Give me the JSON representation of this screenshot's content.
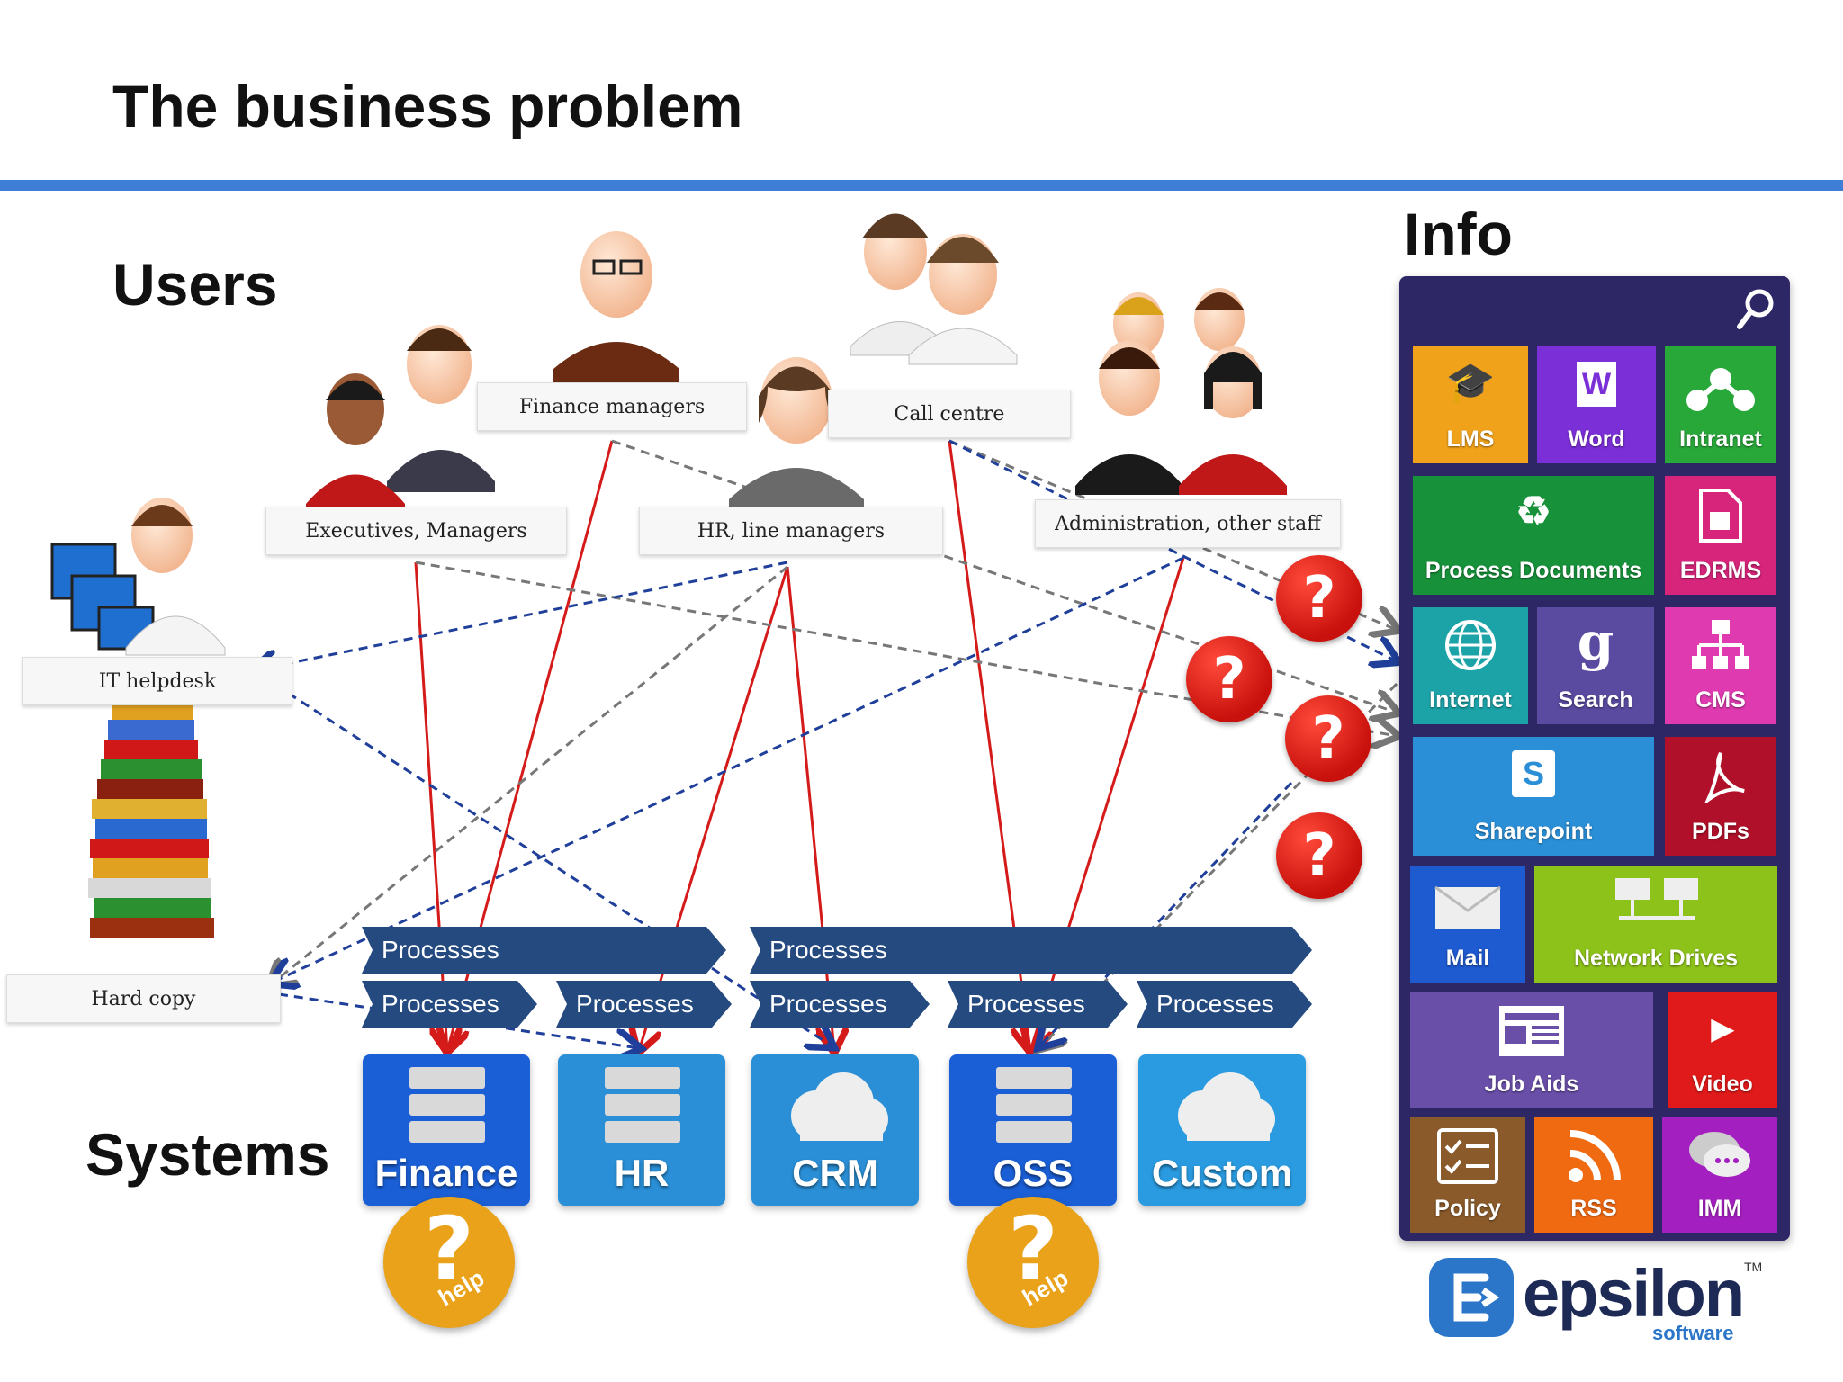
{
  "title": "The business problem",
  "sections": {
    "users": "Users",
    "systems": "Systems",
    "info": "Info"
  },
  "users": [
    {
      "label": "Finance managers"
    },
    {
      "label": "Call centre"
    },
    {
      "label": "Executives, Managers"
    },
    {
      "label": "HR, line managers"
    },
    {
      "label": "Administration, other staff"
    },
    {
      "label": "IT helpdesk"
    },
    {
      "label": "Hard copy"
    }
  ],
  "processes": {
    "top": [
      "Processes",
      "Processes"
    ],
    "bottom": [
      "Processes",
      "Processes",
      "Processes",
      "Processes",
      "Processes"
    ]
  },
  "systems": [
    {
      "label": "Finance",
      "color": "#1a5fd6"
    },
    {
      "label": "HR",
      "color": "#2a8fd6"
    },
    {
      "label": "CRM",
      "color": "#2a8fd6"
    },
    {
      "label": "OSS",
      "color": "#1a5fd6"
    },
    {
      "label": "Custom",
      "color": "#2a9be0"
    }
  ],
  "help": {
    "mark": "?",
    "text": "help"
  },
  "question_badge": "?",
  "info_tiles": [
    {
      "label": "LMS",
      "color": "#f0a21b",
      "icon": "graduation-cap-icon"
    },
    {
      "label": "Word",
      "color": "#7b2fd6",
      "icon": "word-icon"
    },
    {
      "label": "Intranet",
      "color": "#29a83a",
      "icon": "network-icon"
    },
    {
      "label": "Process Documents",
      "color": "#17913a",
      "icon": "recycle-icon"
    },
    {
      "label": "EDRMS",
      "color": "#d6257a",
      "icon": "document-icon"
    },
    {
      "label": "Internet",
      "color": "#1ca3a8",
      "icon": "globe-icon"
    },
    {
      "label": "Search",
      "color": "#5a4aa0",
      "icon": "google-icon"
    },
    {
      "label": "CMS",
      "color": "#e03ab0",
      "icon": "hierarchy-icon"
    },
    {
      "label": "Sharepoint",
      "color": "#2a8fd6",
      "icon": "sharepoint-icon"
    },
    {
      "label": "PDFs",
      "color": "#b0102a",
      "icon": "pdf-icon"
    },
    {
      "label": "Mail",
      "color": "#1e5ad0",
      "icon": "mail-icon"
    },
    {
      "label": "Network Drives",
      "color": "#8dc21a",
      "icon": "drives-icon"
    },
    {
      "label": "Job Aids",
      "color": "#6a4fa8",
      "icon": "newspaper-icon"
    },
    {
      "label": "Video",
      "color": "#e01a1a",
      "icon": "youtube-icon"
    },
    {
      "label": "Policy",
      "color": "#8a5a2a",
      "icon": "checklist-icon"
    },
    {
      "label": "RSS",
      "color": "#f06a12",
      "icon": "rss-icon"
    },
    {
      "label": "IMM",
      "color": "#a31fbf",
      "icon": "chat-icon"
    }
  ],
  "info_search_icon": "search-icon",
  "logo": {
    "name": "epsilon",
    "sub": "software",
    "tm": "TM"
  },
  "colors": {
    "rule": "#3f7ed6",
    "process": "#254a80",
    "red_line": "#d51a1a",
    "blue_dash": "#1f3f9a",
    "gray_dash": "#777777"
  }
}
